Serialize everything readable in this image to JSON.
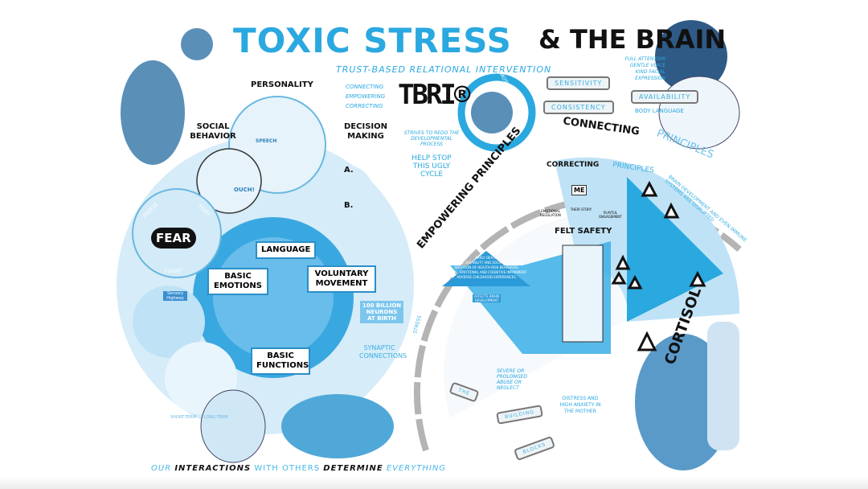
{
  "title": {
    "main": "TOXIC STRESS",
    "secondary": "& THE BRAIN"
  },
  "tbri": {
    "subtitle": "TRUST-BASED RELATIONAL INTERVENTION",
    "logo": "TBRI®",
    "list": [
      "CONNECTING",
      "EMPOWERING",
      "CORRECTING"
    ],
    "strives": "STRIVES TO REDO THE DEVELOPMENTAL PROCESS",
    "help": "HELP STOP THIS UGLY CYCLE",
    "ring_labels": [
      "EMOTIONAL",
      "PHYSICAL"
    ]
  },
  "left": {
    "personality": "PERSONALITY",
    "social_behavior": "SOCIAL BEHAVIOR",
    "decision_making": "DECISION MAKING",
    "speech": "SPEECH",
    "ouch": "OUCH!",
    "options": [
      "A.",
      "B."
    ],
    "fear": "FEAR",
    "fear_ring": [
      "FREEZE",
      "FIGHT",
      "FLIGHT"
    ],
    "sensory": "Sensory Highway",
    "memory": [
      "SHORT-TERM",
      "LONG-TERM"
    ]
  },
  "brain": {
    "language": "LANGUAGE",
    "basic_emotions": "BASIC EMOTIONS",
    "voluntary_movement": "VOLUNTARY MOVEMENT",
    "basic_functions": "BASIC FUNCTIONS",
    "neurons": "100 BILLION NEURONS AT BIRTH",
    "synaptic": "SYNAPTIC CONNECTIONS"
  },
  "middle": {
    "empowering": "EMPOWERING PRINCIPLES",
    "stress": "STRESS",
    "pyramid": [
      "EARLY DEATH",
      "DISEASE, DISABILITY AND SOCIAL PROBLEMS",
      "ADOPTION OF HEALTH-RISK BEHAVIORS",
      "SOCIAL, EMOTIONAL AND COGNITIVE IMPAIRMENT",
      "ADVERSE CHILDHOOD EXPERIENCES"
    ],
    "affects": "AFFECTS BRAIN DEVELOPMENT",
    "abuse": "SEVERE OR PROLONGED ABUSE OR NEGLECT",
    "rails": [
      "THE",
      "BUILDING",
      "BLOCKS"
    ],
    "distress": "DISTRESS AND HIGH ANXIETY IN THE MOTHER"
  },
  "right": {
    "caregiver_cues": [
      "FULL ATTENTION",
      "GENTLE VOICE",
      "KIND FACIAL EXPRESSION"
    ],
    "rails": [
      "SENSITIVITY",
      "CONSISTENCY",
      "AVAILABILITY"
    ],
    "body_language": "BODY LANGUAGE",
    "connecting": "CONNECTING",
    "connecting_principles": "PRINCIPLES",
    "correcting": "CORRECTING",
    "correcting_principles": "PRINCIPLES",
    "brain_dev": "BRAIN DEVELOPMENT AND EVEN IMMUNE SYSTEMS ARE DISRUPTED",
    "icons": [
      "EMOTIONAL REGULATION",
      "THEIR STORY",
      "PLAYFUL ENGAGEMENT"
    ],
    "me": "ME",
    "felt_safety": "FELT SAFETY",
    "cortisol": "CORTISOL"
  },
  "footer": [
    "OUR",
    "INTERACTIONS",
    "WITH OTHERS",
    "DETERMINE",
    "EVERYTHING"
  ],
  "colors": {
    "accent": "#2aa8e0",
    "dark_blue": "#2a7fb8",
    "light_blue": "#cfe9f7",
    "skin": "#5a8fb8"
  }
}
